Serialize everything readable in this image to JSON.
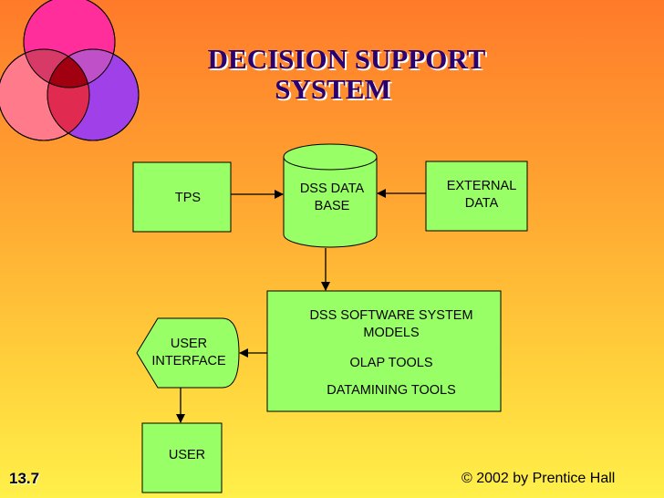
{
  "title": {
    "line1": "DECISION SUPPORT",
    "line2": "SYSTEM"
  },
  "nodes": {
    "tps": "TPS",
    "dss_database": [
      "DSS DATA",
      "BASE"
    ],
    "external_data": [
      "EXTERNAL",
      "DATA"
    ],
    "dss_software": [
      "DSS SOFTWARE SYSTEM",
      "MODELS",
      "OLAP TOOLS",
      "DATAMINING TOOLS"
    ],
    "user_interface": [
      "USER",
      "INTERFACE"
    ],
    "user": "USER"
  },
  "footer": {
    "slide_number": "13.7",
    "copyright": "© 2002 by Prentice Hall"
  },
  "colors": {
    "box_fill": "#99ff66",
    "title": "#2a0070",
    "circle_top": "#ff2e9a",
    "circle_left": "#ff7a8a",
    "circle_right": "#a040e8",
    "overlap_center": "#a00010"
  }
}
